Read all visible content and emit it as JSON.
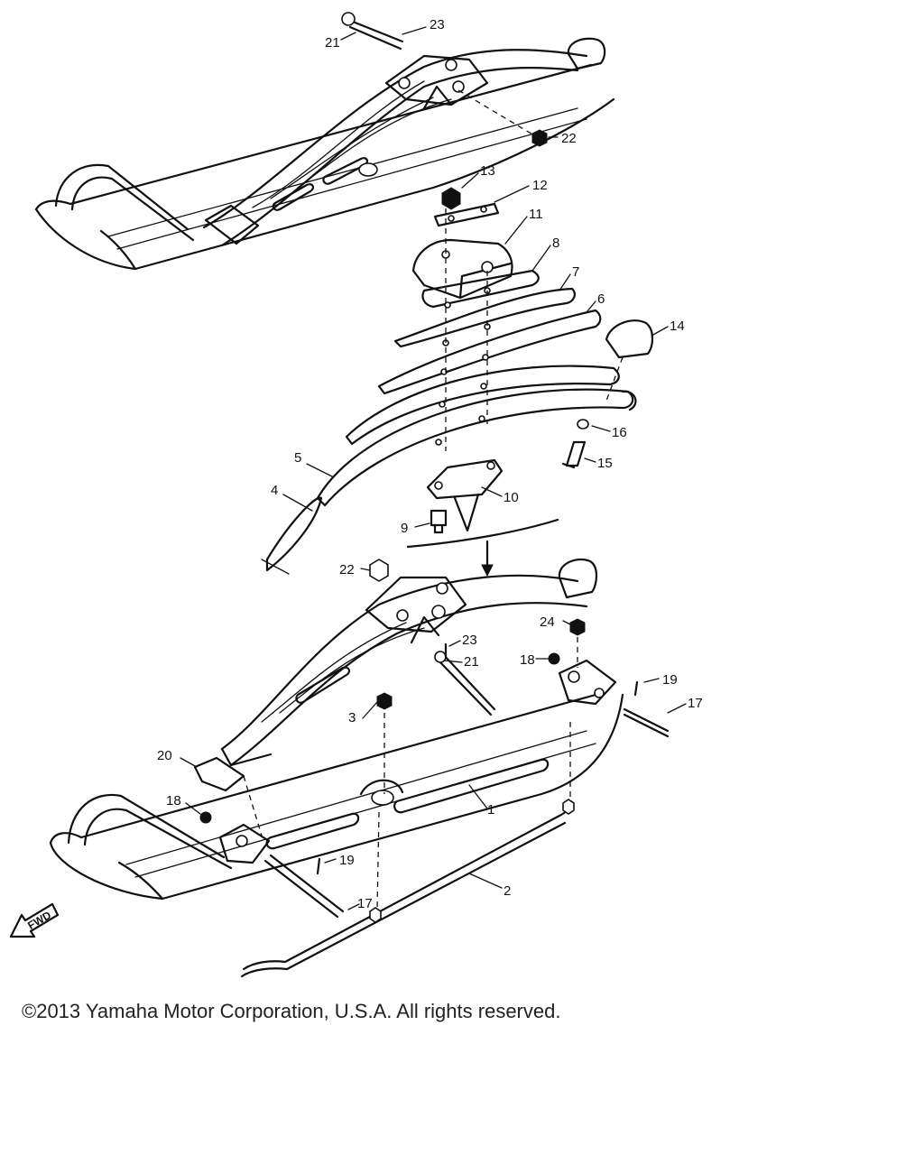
{
  "diagram": {
    "callouts": {
      "c1": "1",
      "c2": "2",
      "c3": "3",
      "c4": "4",
      "c5": "5",
      "c6": "6",
      "c7": "7",
      "c8": "8",
      "c9": "9",
      "c10": "10",
      "c11": "11",
      "c12": "12",
      "c13": "13",
      "c14": "14",
      "c15": "15",
      "c16": "16",
      "c17a": "17",
      "c17b": "17",
      "c18a": "18",
      "c18b": "18",
      "c19a": "19",
      "c19b": "19",
      "c20": "20",
      "c21a": "21",
      "c21b": "21",
      "c22a": "22",
      "c22b": "22",
      "c23a": "23",
      "c23b": "23",
      "c24": "24"
    },
    "fwd_label": "FWD"
  },
  "footer": {
    "copyright": "©2013 Yamaha Motor Corporation, U.S.A. All rights reserved."
  }
}
